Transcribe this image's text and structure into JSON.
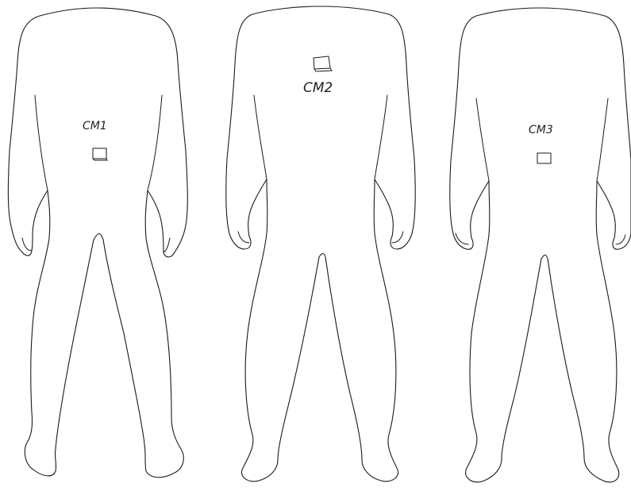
{
  "figures": [
    {
      "view": "back",
      "label": "CM1"
    },
    {
      "view": "front",
      "label": "CM2"
    },
    {
      "view": "front",
      "label": "CM3"
    }
  ],
  "colors": {
    "outline": "#1a1a1a",
    "background": "#ffffff",
    "label": "#222222"
  }
}
